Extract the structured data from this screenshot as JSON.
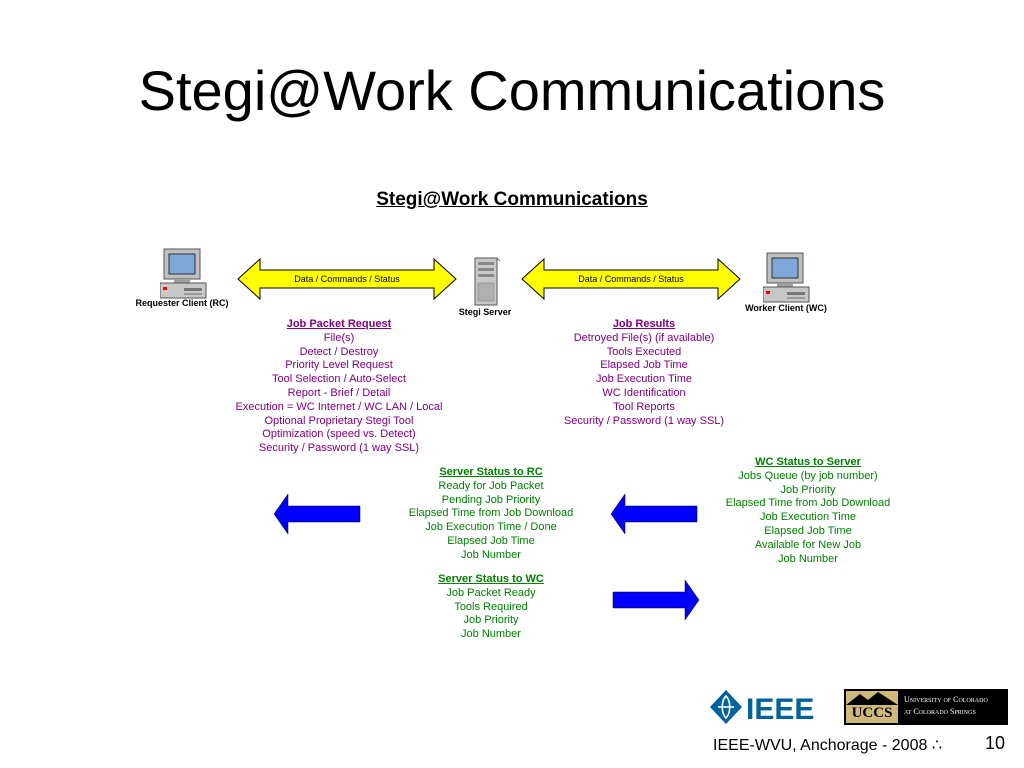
{
  "slide": {
    "title": "Stegi@Work Communications",
    "diagram_title": "Stegi@Work Communications",
    "footer": "IEEE-WVU, Anchorage - 2008 ∴",
    "page_number": "10"
  },
  "nodes": {
    "requester": "Requester Client (RC)",
    "server": "Stegi Server",
    "worker": "Worker Client (WC)"
  },
  "links": {
    "left": "Data / Commands / Status",
    "right": "Data / Commands / Status"
  },
  "job_packet_request": {
    "heading": "Job Packet Request",
    "items": [
      "File(s)",
      "Detect / Destroy",
      "Priority Level Request",
      "Tool Selection / Auto-Select",
      "Report - Brief / Detail",
      "Execution = WC Internet / WC LAN / Local",
      "Optional Proprietary Stegi Tool",
      "Optimization (speed vs. Detect)",
      "Security / Password (1 way SSL)"
    ]
  },
  "job_results": {
    "heading": "Job Results",
    "items": [
      "Detroyed File(s) (if available)",
      "Tools Executed",
      "Elapsed Job Time",
      "Job Execution Time",
      "WC Identification",
      "Tool Reports",
      "Security / Password (1 way SSL)"
    ]
  },
  "server_status_rc": {
    "heading": "Server Status to RC",
    "items": [
      "Ready for Job Packet",
      "Pending Job Priority",
      "Elapsed Time from Job Download",
      "Job Execution Time / Done",
      "Elapsed Job Time",
      "Job Number"
    ]
  },
  "server_status_wc": {
    "heading": "Server Status to WC",
    "items": [
      "Job Packet Ready",
      "Tools Required",
      "Job Priority",
      "Job Number"
    ]
  },
  "wc_status_server": {
    "heading": "WC Status to Server",
    "items": [
      "Jobs Queue (by job number)",
      "Job Priority",
      "Elapsed Time from Job Download",
      "Job Execution Time",
      "Elapsed Job Time",
      "Available for New Job",
      "Job Number"
    ]
  },
  "logos": {
    "ieee": "IEEE",
    "uccs_short": "UCCS",
    "uccs_line1": "University of Colorado",
    "uccs_line2": "at Colorado Springs"
  },
  "colors": {
    "purple": "#800080",
    "green": "#008000",
    "arrow_blue": "#0000ff",
    "double_arrow_yellow": "#ffff00",
    "ieee_blue": "#00629b"
  }
}
